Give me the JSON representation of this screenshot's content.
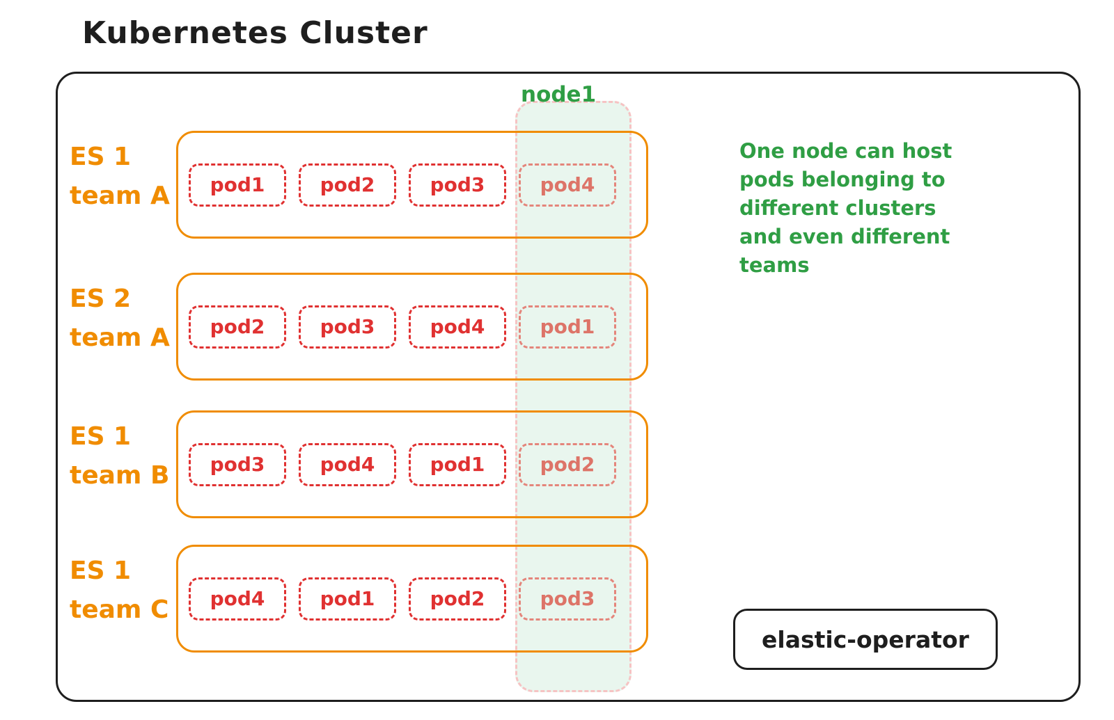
{
  "title": "Kubernetes Cluster",
  "node": {
    "label": "node1"
  },
  "annotation": {
    "text": "One node can host pods belonging to different clusters and even different teams",
    "lines": [
      "One node can host",
      "pods belonging to",
      "different clusters",
      "and even different",
      "teams"
    ]
  },
  "operator": {
    "label": "elastic-operator"
  },
  "clusters": [
    {
      "name": [
        "ES 1",
        "team A"
      ],
      "pods": [
        "pod1",
        "pod2",
        "pod3",
        "pod4"
      ]
    },
    {
      "name": [
        "ES 2",
        "team A"
      ],
      "pods": [
        "pod2",
        "pod3",
        "pod4",
        "pod1"
      ]
    },
    {
      "name": [
        "ES 1",
        "team B"
      ],
      "pods": [
        "pod3",
        "pod4",
        "pod1",
        "pod2"
      ]
    },
    {
      "name": [
        "ES 1",
        "team C"
      ],
      "pods": [
        "pod4",
        "pod1",
        "pod2",
        "pod3"
      ]
    }
  ],
  "colors": {
    "ink": "#1e1e1e",
    "orange": "#f08c00",
    "red": "#e03131",
    "muted_red": "#dd7468",
    "green_text": "#2f9e44",
    "node_fill": "#e9f6ee",
    "node_border": "#f6c3c3"
  }
}
